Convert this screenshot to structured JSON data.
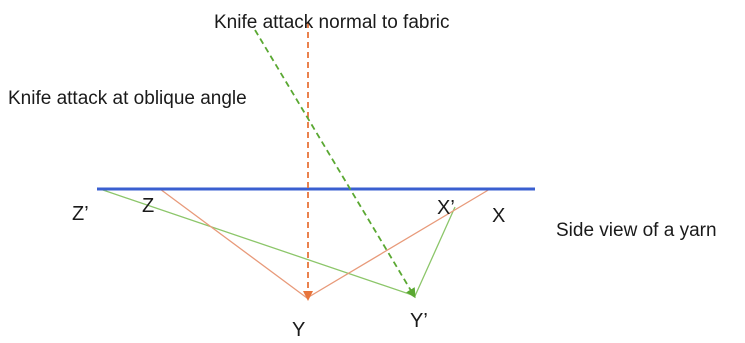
{
  "labels": {
    "normal_attack": "Knife attack normal to fabric",
    "oblique_attack": "Knife attack at oblique angle",
    "yarn": "Side view of a yarn"
  },
  "points": {
    "z_prime": "Z’",
    "z": "Z",
    "y": "Y",
    "y_prime": "Y’",
    "x_prime": "X’",
    "x": "X"
  },
  "colors": {
    "yarn_line": "#3a5fd0",
    "normal_attack_line": "#e8743b",
    "oblique_attack_line": "#5aa832",
    "deformed_yarn_normal": "#e89a7a",
    "deformed_yarn_oblique": "#8cc66a",
    "text": "#1a1a1a"
  }
}
